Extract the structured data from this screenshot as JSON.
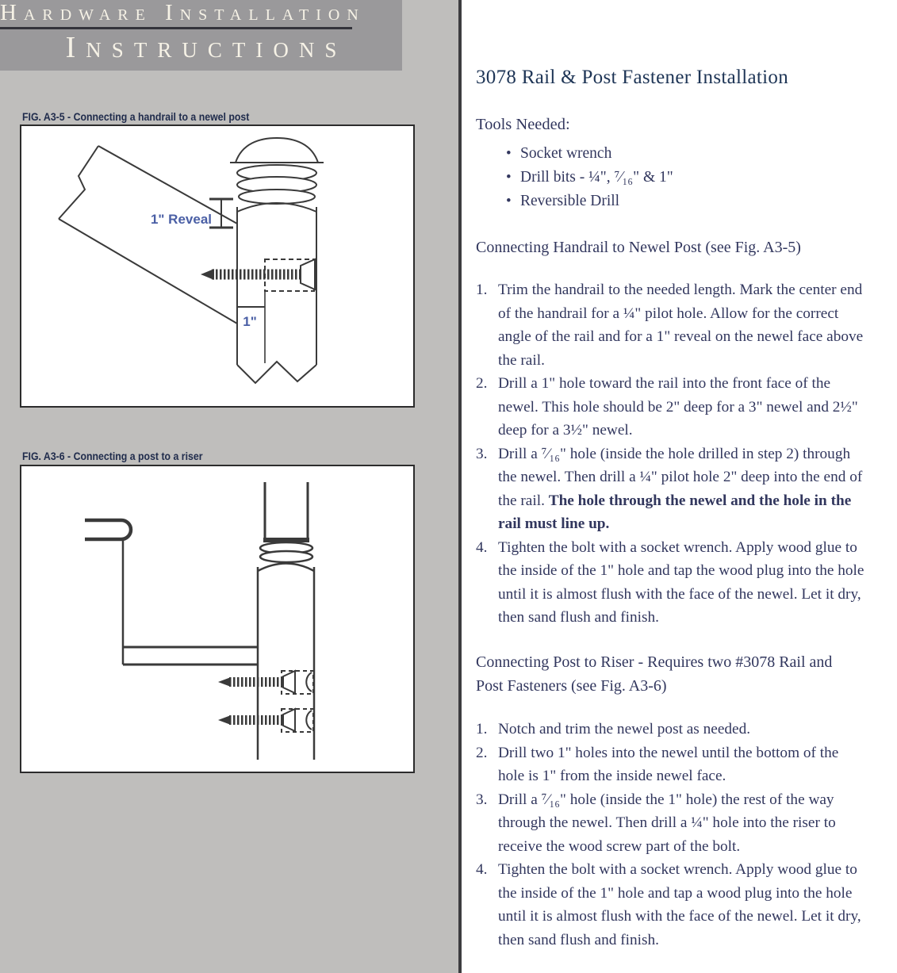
{
  "page": {
    "header": {
      "line1": "Hardware Installation",
      "line2": "Instructions"
    }
  },
  "figure1": {
    "caption": "FIG. A3-5 - Connecting a handrail to a newel post",
    "label_reveal": "1\" Reveal",
    "label_depth": "1\""
  },
  "figure2": {
    "caption": "FIG. A3-6 - Connecting a post to a riser"
  },
  "article": {
    "title": "3078 Rail & Post Fastener Installation",
    "tools_heading": "Tools Needed:",
    "tools": [
      "Socket wrench",
      "Drill bits - ¼\", ⁷⁄₁₆\" & 1\"",
      "Reversible Drill"
    ],
    "section1": {
      "heading": "Connecting Handrail to Newel Post (see Fig. A3-5)",
      "steps": [
        {
          "num": "1.",
          "text": "Trim the handrail to the needed length. Mark the center end of the handrail for a ¼\" pilot hole. Allow for the correct angle of the rail and for a 1\" reveal on the newel face above the rail."
        },
        {
          "num": "2.",
          "text": "Drill a 1\" hole toward the rail into the front face of the newel. This hole should be 2\" deep for a 3\" newel and 2½\" deep for a 3½\" newel."
        },
        {
          "num": "3.",
          "text": "Drill a ⁷⁄₁₆\" hole (inside the hole drilled in step 2) through the newel. Then drill a ¼\" pilot hole 2\" deep into the end of the rail. ",
          "bold": "The hole through the newel and the hole in the rail must line up."
        },
        {
          "num": "4.",
          "text": "Tighten the bolt with a socket wrench. Apply wood glue to the inside of the 1\" hole and tap the wood plug into the hole until it is almost flush with the face of the newel. Let it dry, then sand flush and finish."
        }
      ]
    },
    "section2": {
      "heading": "Connecting Post to Riser - Requires two #3078 Rail and Post Fasteners (see Fig. A3-6)",
      "steps": [
        {
          "num": "1.",
          "text": "Notch and trim the newel post as needed."
        },
        {
          "num": "2.",
          "text": "Drill two 1\" holes into the newel until the bottom of the hole is 1\" from the inside newel face."
        },
        {
          "num": "3.",
          "text": "Drill a ⁷⁄₁₆\" hole (inside the 1\" hole) the rest of the way through the newel. Then drill a ¼\" hole into the riser to receive the wood screw part of the bolt."
        },
        {
          "num": "4.",
          "text": "Tighten the bolt with a socket wrench. Apply wood glue to the inside of the 1\" hole and tap a wood plug into the hole until it is almost flush with the face of the newel. Let it dry, then sand flush and finish."
        }
      ]
    }
  },
  "colors": {
    "panel_gray": "#bfbebc",
    "header_band_gray": "#9a999b",
    "header_text": "#f6f2e6",
    "divider_dark": "#3d3d3f",
    "body_text_indigo": "#32375e",
    "caption_navy": "#202c4c",
    "figure_label_blue": "#4a5fa5",
    "drawing_line": "#3a3a3a"
  }
}
